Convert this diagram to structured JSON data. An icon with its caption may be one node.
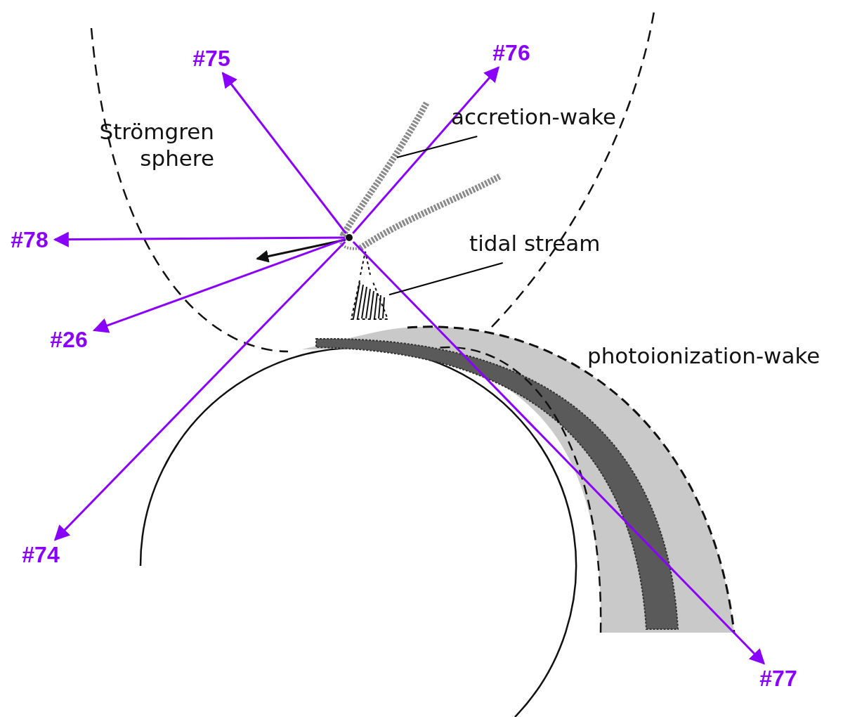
{
  "diagram": {
    "nodes": [
      {
        "text": [],
        "shape": "circle"
      },
      {
        "text": [
          "#75"
        ]
      },
      {
        "text": [
          "#76"
        ]
      },
      {
        "text": [
          "#78"
        ]
      },
      {
        "text": [
          "#26"
        ]
      },
      {
        "text": [
          "#74"
        ]
      },
      {
        "text": [
          "#77"
        ]
      },
      {
        "text": [
          "accretion-wake"
        ]
      },
      {
        "text": [
          "tidal stream"
        ]
      },
      {
        "text": [],
        "shape": "picture"
      }
    ],
    "edges": [
      {
        "from": 0,
        "to": 1,
        "arrow": "to"
      },
      {
        "from": 0,
        "to": 2,
        "arrow": "to"
      },
      {
        "from": 0,
        "to": 3,
        "arrow": "to"
      },
      {
        "from": 0,
        "to": 4,
        "arrow": "to"
      },
      {
        "from": 0,
        "to": 5,
        "arrow": "to"
      },
      {
        "from": 0,
        "to": 6,
        "arrow": "to"
      },
      {
        "from": 7,
        "to": null,
        "arrow": "none",
        "color": "#000000"
      },
      {
        "from": 8,
        "to": 9,
        "arrow": "none",
        "color": "#000000"
      }
    ],
    "labels": [
      "Strömgren sphere",
      "photoionization-wake"
    ]
  }
}
